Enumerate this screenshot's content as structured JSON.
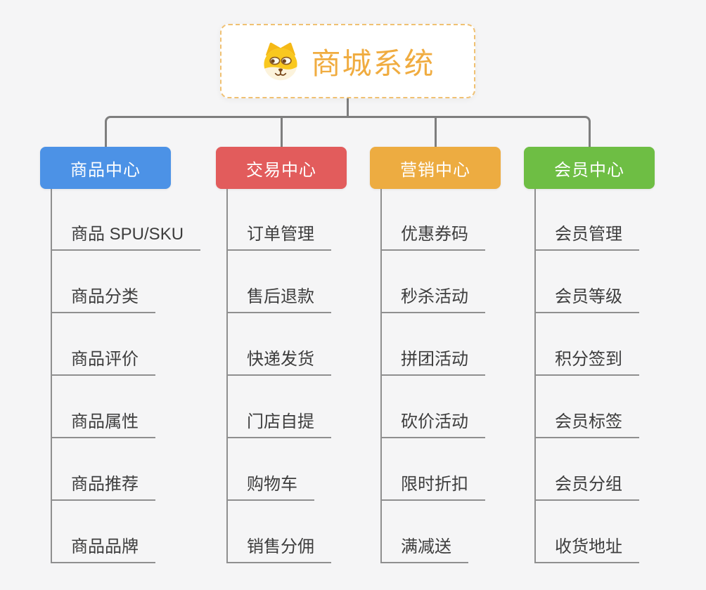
{
  "canvas": {
    "background": "#F5F5F6"
  },
  "root": {
    "title": "商城系统",
    "icon": "dog-face-icon",
    "title_color": "#F0AC40",
    "border_color": "#F0C173",
    "background": "#FFFFFF"
  },
  "connector": {
    "color": "#7E7E7E",
    "child_line_color": "#8F8F8F"
  },
  "leaf_text_color": "#3D3D3D",
  "branches": [
    {
      "label": "商品中心",
      "color": "#4C92E6",
      "items": [
        "商品 SPU/SKU",
        "商品分类",
        "商品评价",
        "商品属性",
        "商品推荐",
        "商品品牌"
      ]
    },
    {
      "label": "交易中心",
      "color": "#E25C5C",
      "items": [
        "订单管理",
        "售后退款",
        "快递发货",
        "门店自提",
        "购物车",
        "销售分佣"
      ]
    },
    {
      "label": "营销中心",
      "color": "#EDAC41",
      "items": [
        "优惠券码",
        "秒杀活动",
        "拼团活动",
        "砍价活动",
        "限时折扣",
        "满减送"
      ]
    },
    {
      "label": "会员中心",
      "color": "#6EBE44",
      "items": [
        "会员管理",
        "会员等级",
        "积分签到",
        "会员标签",
        "会员分组",
        "收货地址"
      ]
    }
  ]
}
